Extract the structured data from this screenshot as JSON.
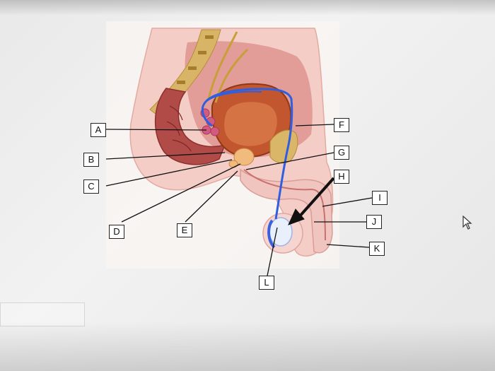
{
  "diagram": {
    "labels": {
      "A": "A",
      "B": "B",
      "C": "C",
      "D": "D",
      "E": "E",
      "F": "F",
      "G": "G",
      "H": "H",
      "I": "I",
      "J": "J",
      "K": "K",
      "L": "L"
    },
    "colors": {
      "skin": "#f3c9c2",
      "tissue": "#e89a9a",
      "bladder": "#b5522a",
      "spine": "#d6b060",
      "vas_deferens": "#2255d6",
      "ureter": "#c8a23a",
      "prostate": "#f0b87a"
    }
  }
}
